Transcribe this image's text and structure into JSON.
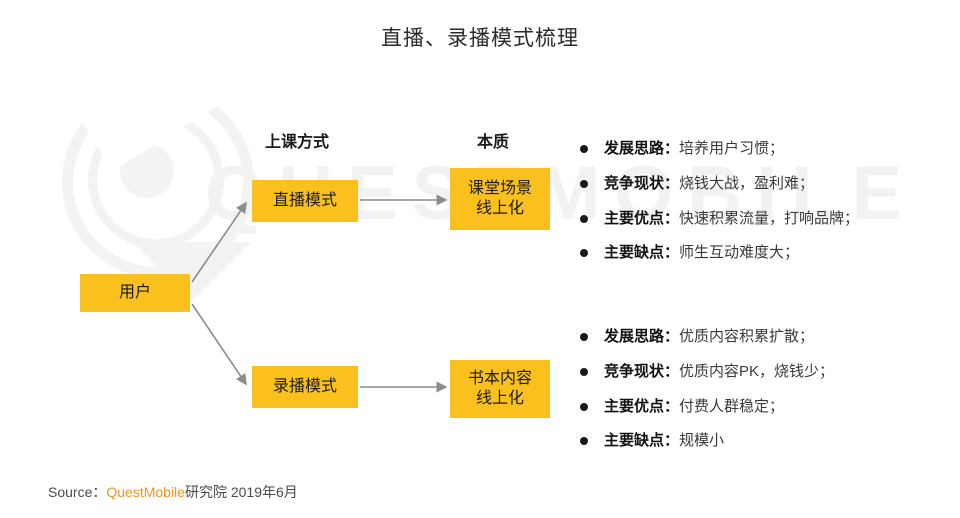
{
  "title": "直播、录播模式梳理",
  "diagram": {
    "column_headers": [
      {
        "label": "上课方式"
      },
      {
        "label": "本质"
      }
    ],
    "nodes": {
      "root": "用户",
      "live_mode": "直播模式",
      "record_mode": "录播模式",
      "live_essence_line1": "课堂场景",
      "live_essence_line2": "线上化",
      "record_essence_line1": "书本内容",
      "record_essence_line2": "线上化"
    },
    "arrow_color": "#8c8c8c",
    "node_color": "#fac01e"
  },
  "bullets": {
    "live_group": [
      {
        "label": "发展思路",
        "sep": "：",
        "value": "培养用户习惯；"
      },
      {
        "label": "竞争现状",
        "sep": "：",
        "value": "烧钱大战，盈利难；"
      },
      {
        "label": "主要优点",
        "sep": "：",
        "value": "快速积累流量，打响品牌；"
      },
      {
        "label": "主要缺点",
        "sep": "：",
        "value": "师生互动难度大；"
      }
    ],
    "record_group": [
      {
        "label": "发展思路",
        "sep": "：",
        "value": "优质内容积累扩散；"
      },
      {
        "label": "竞争现状",
        "sep": "：",
        "value": "优质内容PK，烧钱少；"
      },
      {
        "label": "主要优点",
        "sep": "：",
        "value": "付费人群稳定；"
      },
      {
        "label": "主要缺点",
        "sep": "：",
        "value": "规模小"
      }
    ]
  },
  "watermark": {
    "text": "QUESTMOBILE"
  },
  "footer": {
    "source_prefix": "Source：",
    "brand": "QuestMobile",
    "source_suffix": "研究院 2019年6月"
  }
}
